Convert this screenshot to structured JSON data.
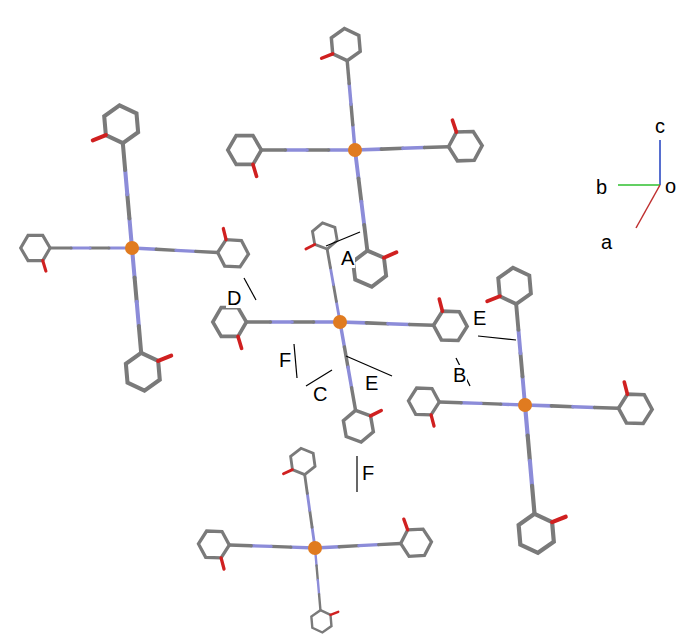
{
  "diagram": {
    "labels": [
      "A",
      "D",
      "E",
      "B",
      "F",
      "C",
      "E",
      "F",
      "c",
      "b",
      "a",
      "o"
    ]
  }
}
